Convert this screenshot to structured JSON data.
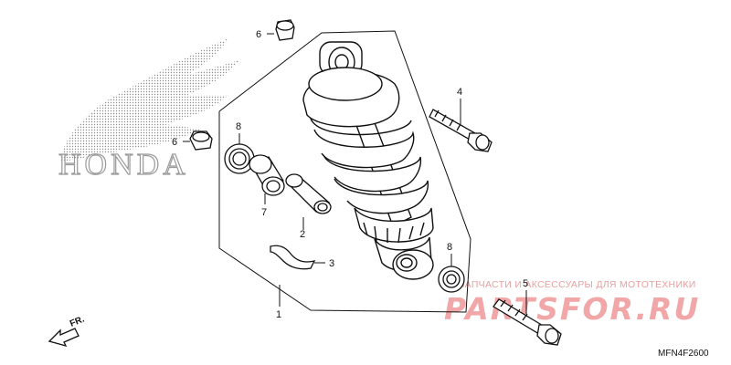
{
  "logo": {
    "text": "HONDA"
  },
  "callouts": {
    "c1": "1",
    "c2": "2",
    "c3": "3",
    "c4": "4",
    "c5": "5",
    "c6a": "6",
    "c6b": "6",
    "c7": "7",
    "c8a": "8",
    "c8b": "8"
  },
  "direction": {
    "label": "FR."
  },
  "diagram_code": "MFN4F2600",
  "watermark": {
    "tagline": "ЗАПЧАСТИ И АКСЕССУАРЫ ДЛЯ МОТОТЕХНИКИ",
    "brand": "PARTSFOR.RU"
  },
  "colors": {
    "line": "#111111",
    "logo": "#9a9a9a",
    "watermark": "#f1a7a7"
  }
}
